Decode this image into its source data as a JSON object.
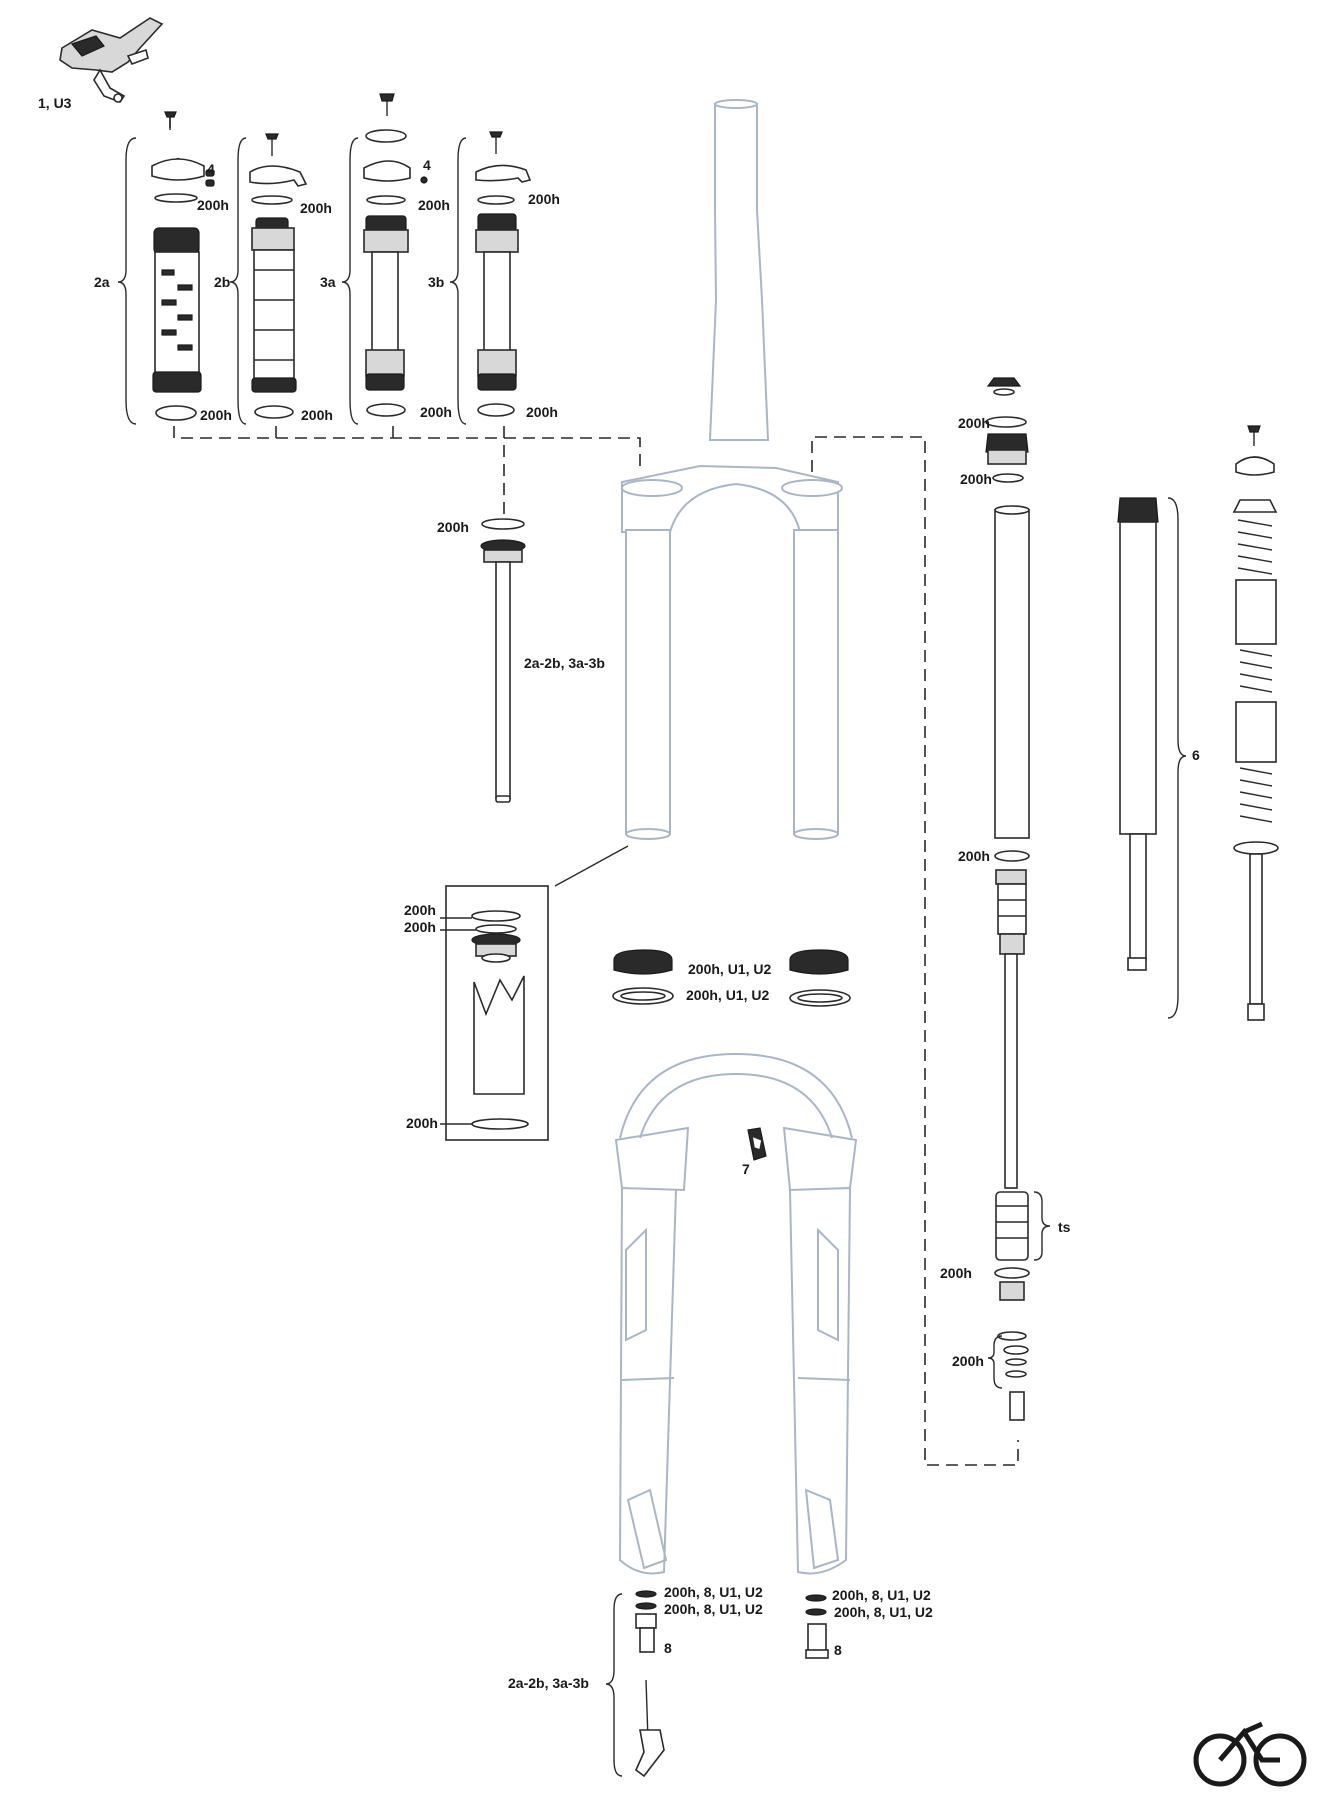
{
  "labels": {
    "remote": "1, U3",
    "id_2a": "2a",
    "id_2b": "2b",
    "id_3a": "3a",
    "id_3b": "3b",
    "id_4": "4",
    "id_6": "6",
    "id_7": "7",
    "id_8": "8",
    "ts": "ts",
    "seal": "200h",
    "shaft_group": "2a-2b, 3a-3b",
    "seal_u": "200h, U1, U2",
    "seal_8u": "200h, 8, U1, U2"
  },
  "colors": {
    "ink": "#2a2a2a",
    "fork_outline": "#a9b6c7",
    "logo": "#1a1a1a"
  },
  "icons": {
    "logo": "bicycle-logo-icon"
  }
}
